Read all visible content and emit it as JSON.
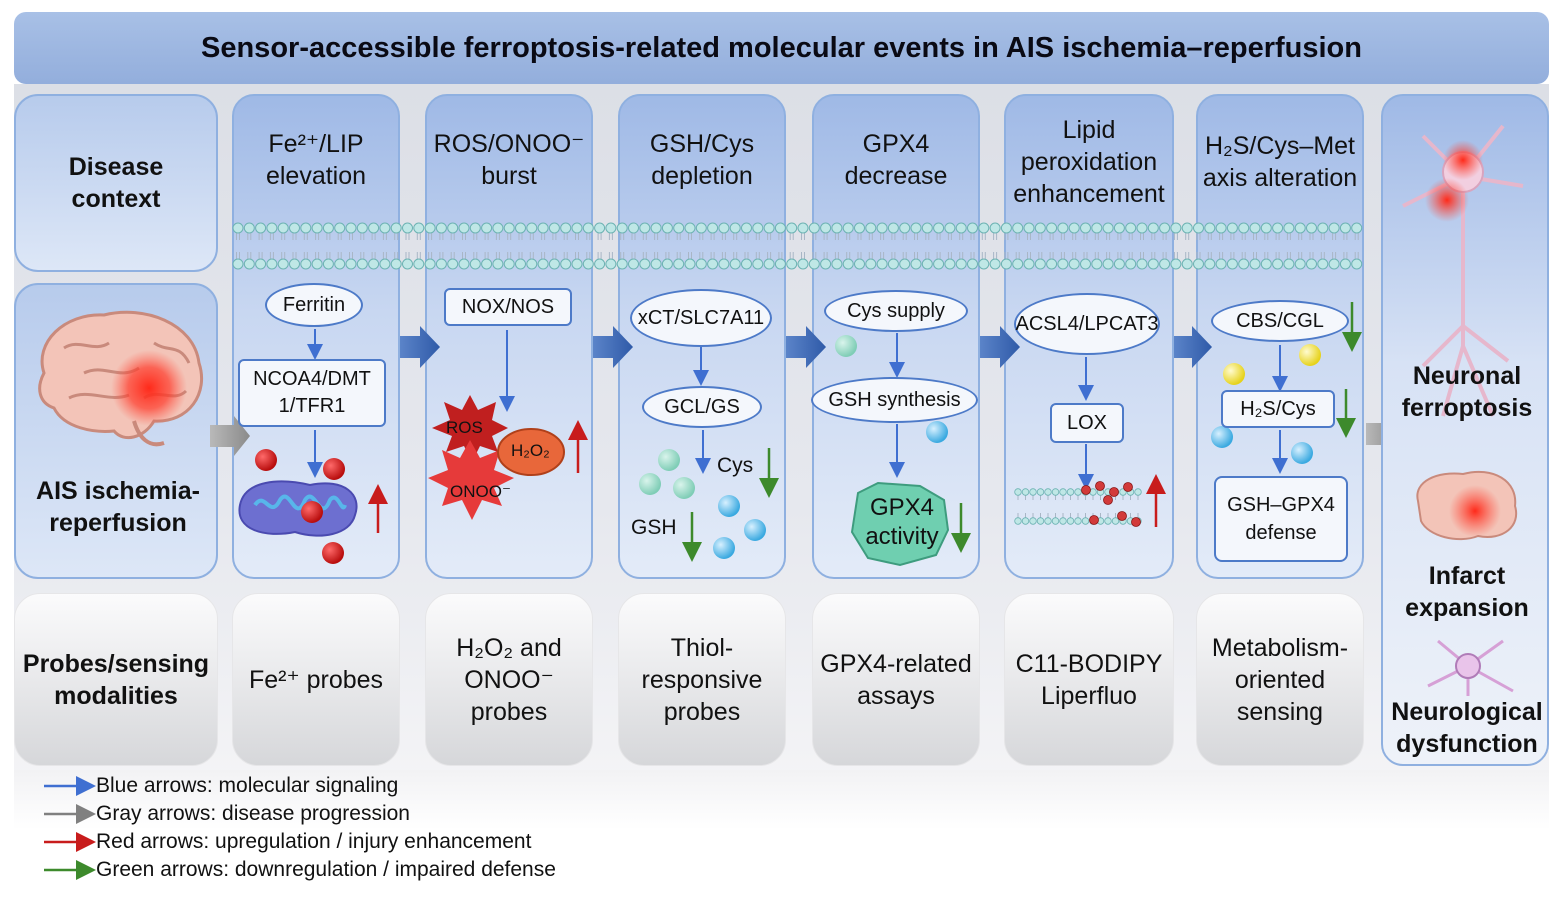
{
  "title": "Sensor-accessible ferroptosis-related molecular events in AIS ischemia–reperfusion",
  "left": {
    "context_label": "Disease context",
    "disease_label": "AIS ischemia-reperfusion",
    "probes_label": "Probes/sensing modalities"
  },
  "columns": [
    {
      "heading": "Fe²⁺/LIP elevation",
      "nodes": [
        "Ferritin",
        "NCOA4/DMT1/TFR1"
      ],
      "probe": "Fe²⁺ probes"
    },
    {
      "heading": "ROS/ONOO⁻ burst",
      "nodes": [
        "NOX/NOS"
      ],
      "species": [
        "ROS",
        "ONOO⁻",
        "H₂O₂"
      ],
      "probe": "H₂O₂ and ONOO⁻ probes"
    },
    {
      "heading": "GSH/Cys depletion",
      "nodes": [
        "xCT/SLC7A11",
        "GCL/GS"
      ],
      "labels": [
        "Cys",
        "GSH"
      ],
      "probe": "Thiol-responsive probes"
    },
    {
      "heading": "GPX4 decrease",
      "nodes": [
        "Cys supply",
        "GSH synthesis",
        "GPX4 activity"
      ],
      "probe": "GPX4-related assays"
    },
    {
      "heading": "Lipid peroxidation enhancement",
      "nodes": [
        "ACSL4/LPCAT3",
        "LOX"
      ],
      "probe": "C11-BODIPY Liperfluo"
    },
    {
      "heading": "H₂S/Cys–Met axis alteration",
      "nodes": [
        "CBS/CGL",
        "H₂S/Cys",
        "GSH–GPX4 defense"
      ],
      "probe": "Metabolism-oriented sensing"
    }
  ],
  "outcome": {
    "items": [
      "Neuronal ferroptosis",
      "Infarct expansion",
      "Neurological dysfunction"
    ]
  },
  "legend": [
    {
      "text": "Blue arrows: molecular signaling",
      "color": "#3f6fd1"
    },
    {
      "text": "Gray arrows: disease progression",
      "color": "#808080"
    },
    {
      "text": "Red arrows: upregulation / injury enhancement",
      "color": "#c81c1c"
    },
    {
      "text": "Green arrows: downregulation / impaired defense",
      "color": "#3d8a2c"
    }
  ],
  "colors": {
    "blue_arrow": "#3f6fd1",
    "gray_arrow": "#8a8a8a",
    "red_arrow": "#c81c1c",
    "green_arrow": "#3d8a2c",
    "column_blue": "#9fb9e6",
    "title_bar": "#a8c0e6"
  }
}
